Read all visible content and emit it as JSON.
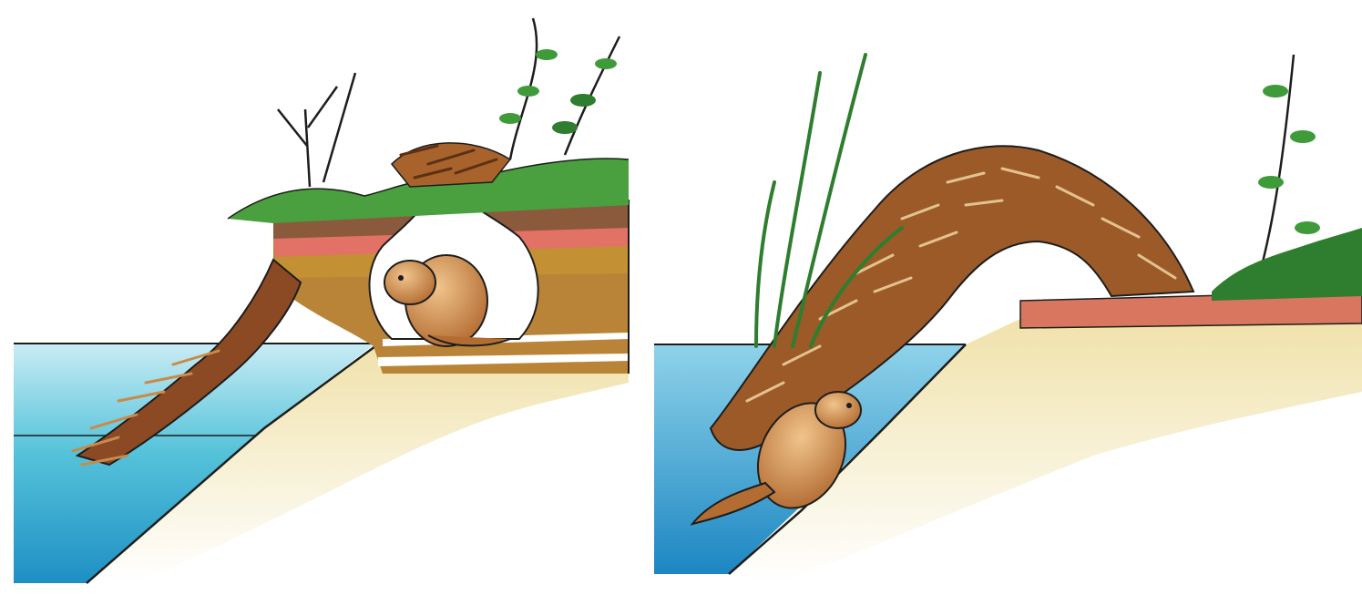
{
  "image": {
    "panels": [
      {
        "subject": "beaver-bank-burrow",
        "elements": [
          "water",
          "sand-bank",
          "soil-layers",
          "burrow-chamber",
          "stick-pile",
          "grass",
          "shrub",
          "beaver-sitting"
        ]
      },
      {
        "subject": "beaver-stick-lodge",
        "elements": [
          "water",
          "sand-bank",
          "stick-lodge-arch",
          "reeds",
          "vine",
          "grass",
          "beaver-swimming"
        ]
      }
    ],
    "palette": {
      "water_light": "#bfe6f2",
      "water_mid": "#35b6d2",
      "water_deep": "#1f93c6",
      "sand": "#efe3b2",
      "soil_top": "#8b5a3c",
      "soil_red": "#e37266",
      "soil_ochre": "#c49034",
      "sticks": "#9c5a28",
      "sticks_light": "#e2c38f",
      "grass": "#3f9a3a",
      "beaver": "#c98a4a"
    }
  }
}
